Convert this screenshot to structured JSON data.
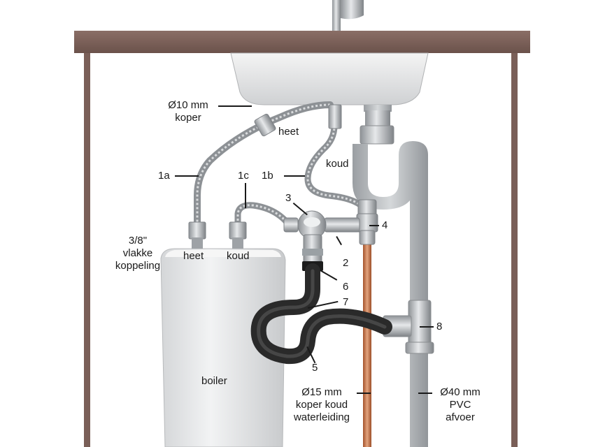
{
  "labels": {
    "koper_10": "Ø10 mm",
    "koper_10_b": "koper",
    "heet_top": "heet",
    "koud_top": "koud",
    "l1a": "1a",
    "l1b": "1b",
    "l1c": "1c",
    "l2": "2",
    "l3": "3",
    "l4": "4",
    "l5": "5",
    "l6": "6",
    "l7": "7",
    "l8": "8",
    "koppeling_1": "3/8\"",
    "koppeling_2": "vlakke",
    "koppeling_3": "koppeling",
    "heet_boiler": "heet",
    "koud_boiler": "koud",
    "boiler": "boiler",
    "waterleiding_1": "Ø15 mm",
    "waterleiding_2": "koper koud",
    "waterleiding_3": "waterleiding",
    "afvoer_1": "Ø40 mm",
    "afvoer_2": "PVC",
    "afvoer_3": "afvoer"
  },
  "colors": {
    "cabinet": "#7a5f58",
    "boiler": "#e2e2e2",
    "pipe_metal": "#a9adb1",
    "pvc": "#b5b8bb",
    "copper": "#c8764a",
    "hose": "#2d2d2d"
  }
}
